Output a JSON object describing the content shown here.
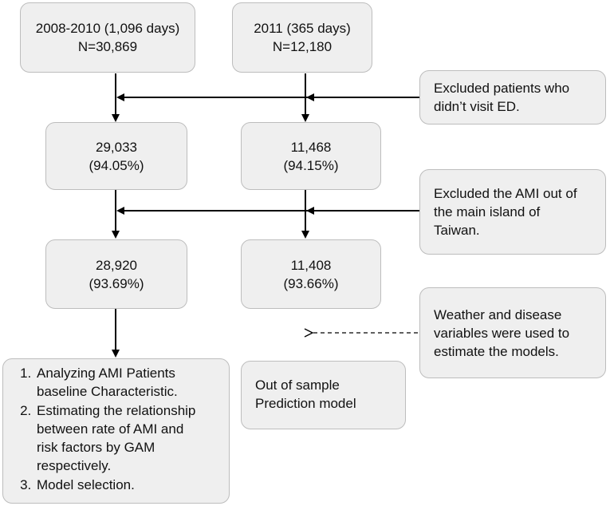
{
  "top_left": {
    "line1": "2008-2010 (1,096 days)",
    "line2": "N=30,869"
  },
  "top_right": {
    "line1": "2011 (365 days)",
    "line2": "N=12,180"
  },
  "excl1": {
    "line1": "Excluded patients who",
    "line2": "didn’t visit ED."
  },
  "mid_left": {
    "line1": "29,033",
    "line2": "(94.05%)"
  },
  "mid_right": {
    "line1": "11,468",
    "line2": "(94.15%)"
  },
  "excl2": {
    "line1": "Excluded the AMI out of",
    "line2": "the main island of",
    "line3": "Taiwan."
  },
  "low_left": {
    "line1": "28,920",
    "line2": "(93.69%)"
  },
  "low_right": {
    "line1": "11,408",
    "line2": "(93.66%)"
  },
  "weather": {
    "line1": "Weather and disease",
    "line2": "variables were used to",
    "line3": "estimate the models."
  },
  "steps": {
    "s1": {
      "l1": "Analyzing AMI Patients",
      "l2": "baseline Characteristic."
    },
    "s2": {
      "l1": "Estimating the relationship",
      "l2": "between rate of AMI and",
      "l3": "risk factors by GAM",
      "l4": "respectively."
    },
    "s3": {
      "l1": "Model selection."
    }
  },
  "prediction": {
    "line1": "Out of sample",
    "line2": "Prediction model"
  }
}
